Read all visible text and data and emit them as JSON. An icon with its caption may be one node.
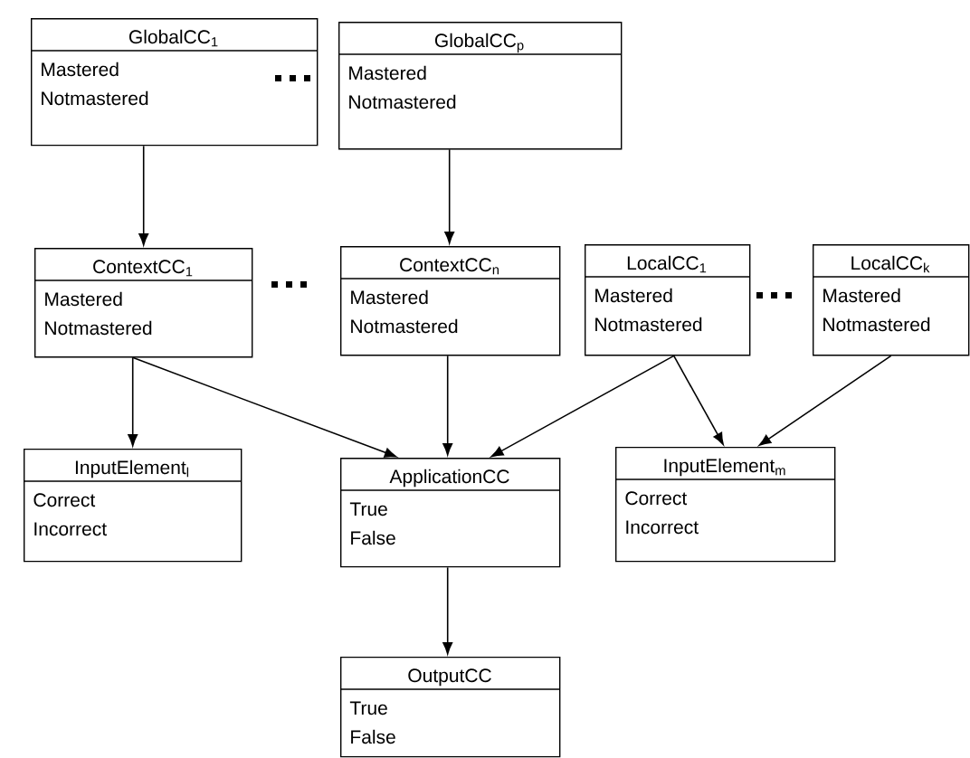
{
  "diagram": {
    "nodes": [
      {
        "text": [
          "GlobalCC$_{1}$",
          "Mastered",
          "Notmastered"
        ]
      },
      {
        "text": [
          "GlobalCC$_{p}$",
          "Mastered",
          "Notmastered"
        ]
      },
      {
        "text": [
          "ContextCC$_{1}$",
          "Mastered",
          "Notmastered"
        ]
      },
      {
        "text": [
          "ContextCC$_{n}$",
          "Mastered",
          "Notmastered"
        ]
      },
      {
        "text": [
          "LocalCC$_{1}$",
          "Mastered",
          "Notmastered"
        ]
      },
      {
        "text": [
          "LocalCC$_{k}$",
          "Mastered",
          "Notmastered"
        ]
      },
      {
        "text": [
          "InputElement$_{l}$",
          "Correct",
          "Incorrect"
        ]
      },
      {
        "text": [
          "ApplicationCC",
          "True",
          "False"
        ]
      },
      {
        "text": [
          "InputElement$_{m}$",
          "Correct",
          "Incorrect"
        ]
      },
      {
        "text": [
          "OutputCC",
          "True",
          "False"
        ]
      }
    ],
    "edges": [
      {
        "from": 0,
        "to": 2,
        "arrow": "to"
      },
      {
        "from": 1,
        "to": 3,
        "arrow": "to"
      },
      {
        "from": 2,
        "to": 6,
        "arrow": "to"
      },
      {
        "from": 2,
        "to": 7,
        "arrow": "to"
      },
      {
        "from": 3,
        "to": 7,
        "arrow": "to"
      },
      {
        "from": 4,
        "to": 7,
        "arrow": "to"
      },
      {
        "from": 4,
        "to": 8,
        "arrow": "to"
      },
      {
        "from": 5,
        "to": 8,
        "arrow": "to"
      },
      {
        "from": 7,
        "to": 9,
        "arrow": "to"
      }
    ]
  }
}
